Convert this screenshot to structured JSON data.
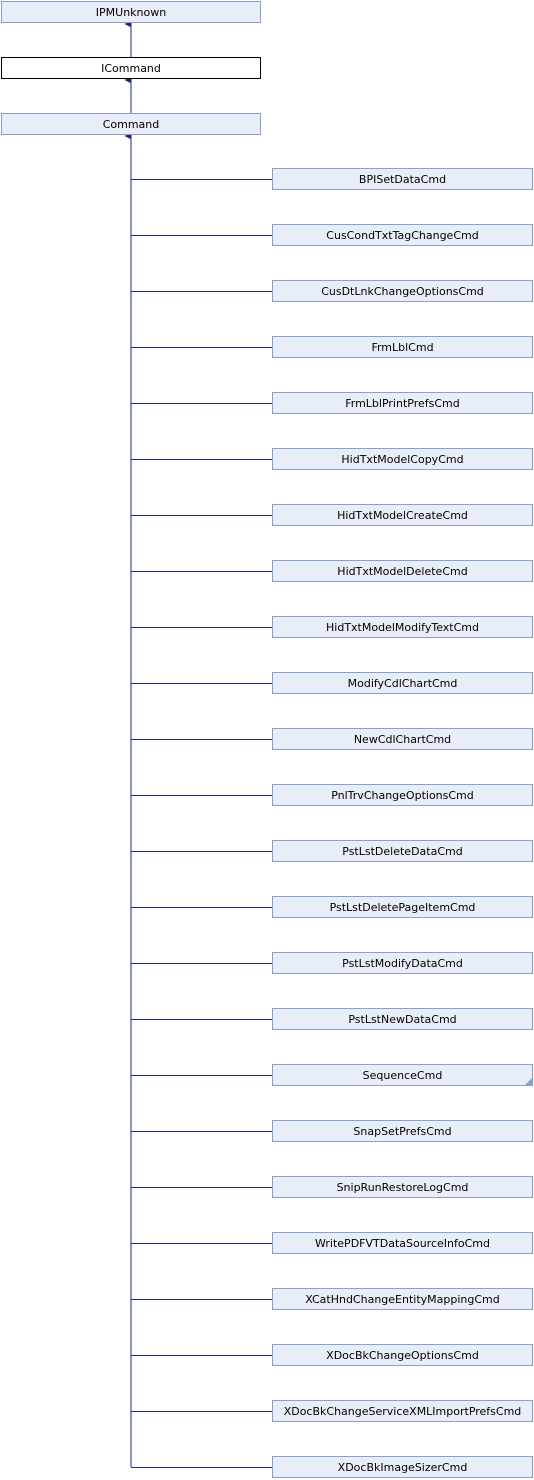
{
  "colors": {
    "box_fill": "#e8edf8",
    "box_stroke": "#84a1cf",
    "current_fill": "#ffffff",
    "current_stroke": "#000000",
    "edge": "#1b2a7e"
  },
  "ancestors": [
    {
      "name": "IPMUnknown",
      "current": false
    },
    {
      "name": "ICommand",
      "current": true
    },
    {
      "name": "Command",
      "current": false
    }
  ],
  "derived": [
    {
      "name": "BPISetDataCmd",
      "has_more": false
    },
    {
      "name": "CusCondTxtTagChangeCmd",
      "has_more": false
    },
    {
      "name": "CusDtLnkChangeOptionsCmd",
      "has_more": false
    },
    {
      "name": "FrmLblCmd",
      "has_more": false
    },
    {
      "name": "FrmLblPrintPrefsCmd",
      "has_more": false
    },
    {
      "name": "HidTxtModelCopyCmd",
      "has_more": false
    },
    {
      "name": "HidTxtModelCreateCmd",
      "has_more": false
    },
    {
      "name": "HidTxtModelDeleteCmd",
      "has_more": false
    },
    {
      "name": "HidTxtModelModifyTextCmd",
      "has_more": false
    },
    {
      "name": "ModifyCdlChartCmd",
      "has_more": false
    },
    {
      "name": "NewCdlChartCmd",
      "has_more": false
    },
    {
      "name": "PnlTrvChangeOptionsCmd",
      "has_more": false
    },
    {
      "name": "PstLstDeleteDataCmd",
      "has_more": false
    },
    {
      "name": "PstLstDeletePageItemCmd",
      "has_more": false
    },
    {
      "name": "PstLstModifyDataCmd",
      "has_more": false
    },
    {
      "name": "PstLstNewDataCmd",
      "has_more": false
    },
    {
      "name": "SequenceCmd",
      "has_more": true
    },
    {
      "name": "SnapSetPrefsCmd",
      "has_more": false
    },
    {
      "name": "SnipRunRestoreLogCmd",
      "has_more": false
    },
    {
      "name": "WritePDFVTDataSourceInfoCmd",
      "has_more": false
    },
    {
      "name": "XCatHndChangeEntityMappingCmd",
      "has_more": false
    },
    {
      "name": "XDocBkChangeOptionsCmd",
      "has_more": false
    },
    {
      "name": "XDocBkChangeServiceXMLImportPrefsCmd",
      "has_more": false
    },
    {
      "name": "XDocBkImageSizerCmd",
      "has_more": false
    }
  ]
}
